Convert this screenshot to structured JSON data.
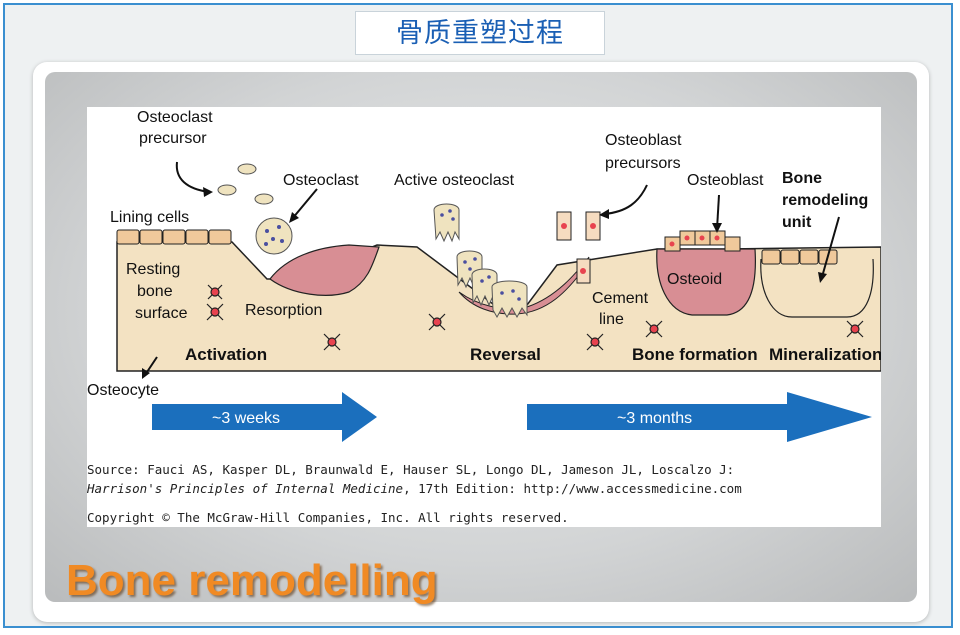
{
  "slide": {
    "title": "骨质重塑过程",
    "caption": "Bone remodelling"
  },
  "diagram": {
    "labels": {
      "osteoclast_precursor_1": "Osteoclast",
      "osteoclast_precursor_2": "precursor",
      "osteoclast": "Osteoclast",
      "active_osteoclast": "Active osteoclast",
      "osteoblast_precursors_1": "Osteoblast",
      "osteoblast_precursors_2": "precursors",
      "osteoblast": "Osteoblast",
      "bmu_1": "Bone",
      "bmu_2": "remodeling",
      "bmu_3": "unit",
      "lining_cells": "Lining cells",
      "resting_1": "Resting",
      "resting_2": "bone",
      "resting_3": "surface",
      "resorption": "Resorption",
      "osteoid": "Osteoid",
      "cement_1": "Cement",
      "cement_2": "line",
      "osteocyte": "Osteocyte"
    },
    "phases": [
      "Activation",
      "Reversal",
      "Bone formation",
      "Mineralization"
    ],
    "arrows": [
      "~3 weeks",
      "~3 months"
    ],
    "source": {
      "line1": "Source: Fauci AS, Kasper DL, Braunwald E, Hauser SL, Longo DL, Jameson JL, Loscalzo J:",
      "line2_italic": "Harrison's Principles of Internal Medicine",
      "line2_rest": ", 17th Edition: http://www.accessmedicine.com",
      "line3": "Copyright © The McGraw-Hill Companies, Inc. All rights reserved."
    },
    "colors": {
      "bone": "#f3e2c2",
      "resorption_pit": "#d88e94",
      "nucleus": "#e8434f",
      "osteoclast_cytoplasm": "#efe3bf",
      "osteoclast_nuclei": "#4a4fa0",
      "arrow_blue": "#1b6fbd"
    }
  }
}
